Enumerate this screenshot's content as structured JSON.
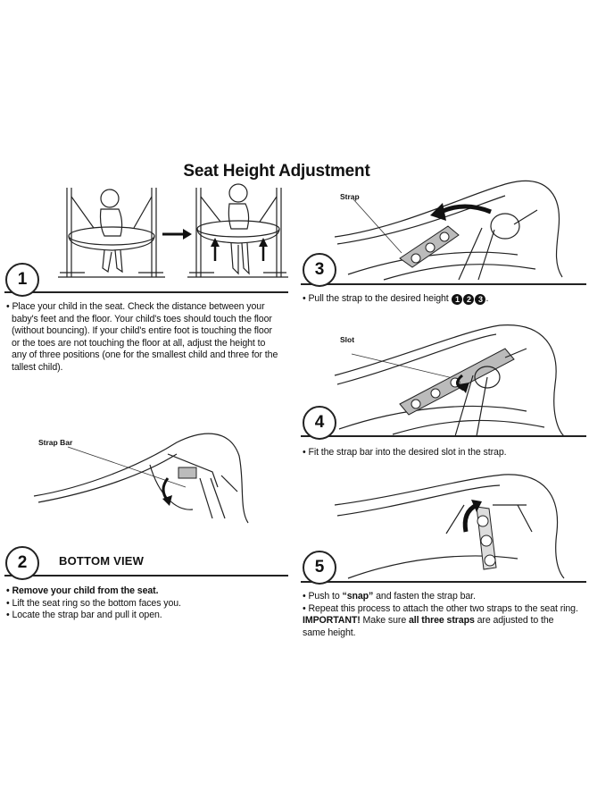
{
  "title": "Seat Height Adjustment",
  "steps": [
    {
      "number": "1",
      "lines": [
        "Place your child in the seat. Check the distance between your",
        "baby's feet and the floor. Your child's toes should touch the floor",
        "(without bouncing). If your child's entire foot is touching the floor",
        "or the toes are not touching the floor at all, adjust the height to",
        "any of three positions (one for the smallest child and three for the",
        "tallest child)."
      ]
    },
    {
      "number": "2",
      "heading": "BOTTOM VIEW",
      "callout": "Strap Bar",
      "bullets": [
        "Remove your child from the seat.",
        "Lift the seat ring so the bottom faces you.",
        "Locate the strap bar and pull it open."
      ]
    },
    {
      "number": "3",
      "callout": "Strap",
      "text": "Pull the strap to the desired height",
      "height_markers": [
        "1",
        "2",
        "3"
      ]
    },
    {
      "number": "4",
      "callout": "Slot",
      "text": "Fit the strap bar into the desired slot in the strap."
    },
    {
      "number": "5",
      "push_prefix": "Push to ",
      "push_snap": "“snap”",
      "push_suffix": " and fasten the strap bar.",
      "repeat": "Repeat this process to attach the other two straps to the seat ring.",
      "important_label": "IMPORTANT!",
      "important_pre": " Make sure ",
      "important_bold": "all three straps",
      "important_post": " are adjusted to the",
      "important_line2": "same height."
    }
  ]
}
